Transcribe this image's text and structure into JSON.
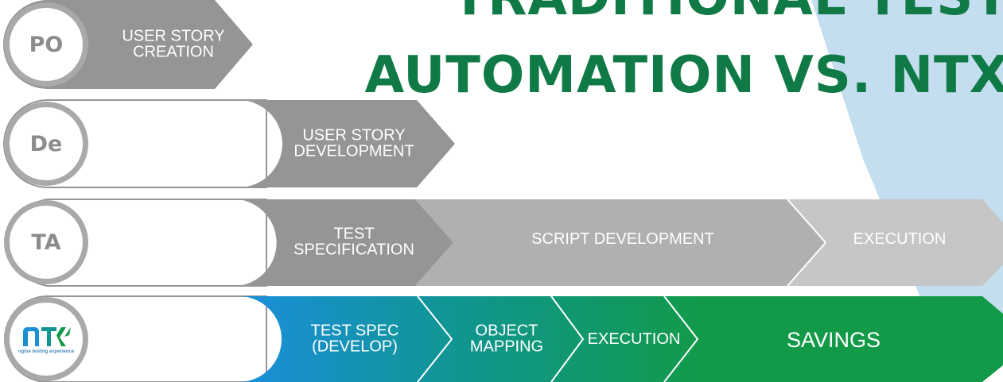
{
  "title": {
    "line1": "TRADITIONAL TEST",
    "line2": "AUTOMATION VS. NTX"
  },
  "lanes": [
    {
      "role": "PO",
      "steps": [
        {
          "label_lines": [
            "USER STORY",
            "CREATION"
          ]
        }
      ]
    },
    {
      "role": "De",
      "steps": [
        {
          "label_lines": [
            "USER STORY",
            "DEVELOPMENT"
          ]
        }
      ]
    },
    {
      "role": "TA",
      "steps": [
        {
          "label_lines": [
            "TEST",
            "SPECIFICATION"
          ]
        },
        {
          "label_lines": [
            "SCRIPT DEVELOPMENT"
          ]
        },
        {
          "label_lines": [
            "EXECUTION"
          ]
        }
      ]
    },
    {
      "role_logo": {
        "mark": "NTX",
        "tagline": "ngine testing experience"
      },
      "steps": [
        {
          "label_lines": [
            "TEST SPEC",
            "(DEVELOP)"
          ]
        },
        {
          "label_lines": [
            "OBJECT",
            "MAPPING"
          ]
        },
        {
          "label_lines": [
            "EXECUTION"
          ]
        },
        {
          "label_lines": [
            "SAVINGS"
          ]
        }
      ]
    }
  ],
  "colors": {
    "title": "#0f7a45",
    "gray_dark": "#959595",
    "gray_mid": "#b0b0b0",
    "gray_light": "#c6c6c6",
    "ring": "#a9a9a9",
    "blue": "#1a8fd4",
    "teal": "#11988f",
    "green": "#129a48",
    "accent_bg": "#c4def0"
  }
}
